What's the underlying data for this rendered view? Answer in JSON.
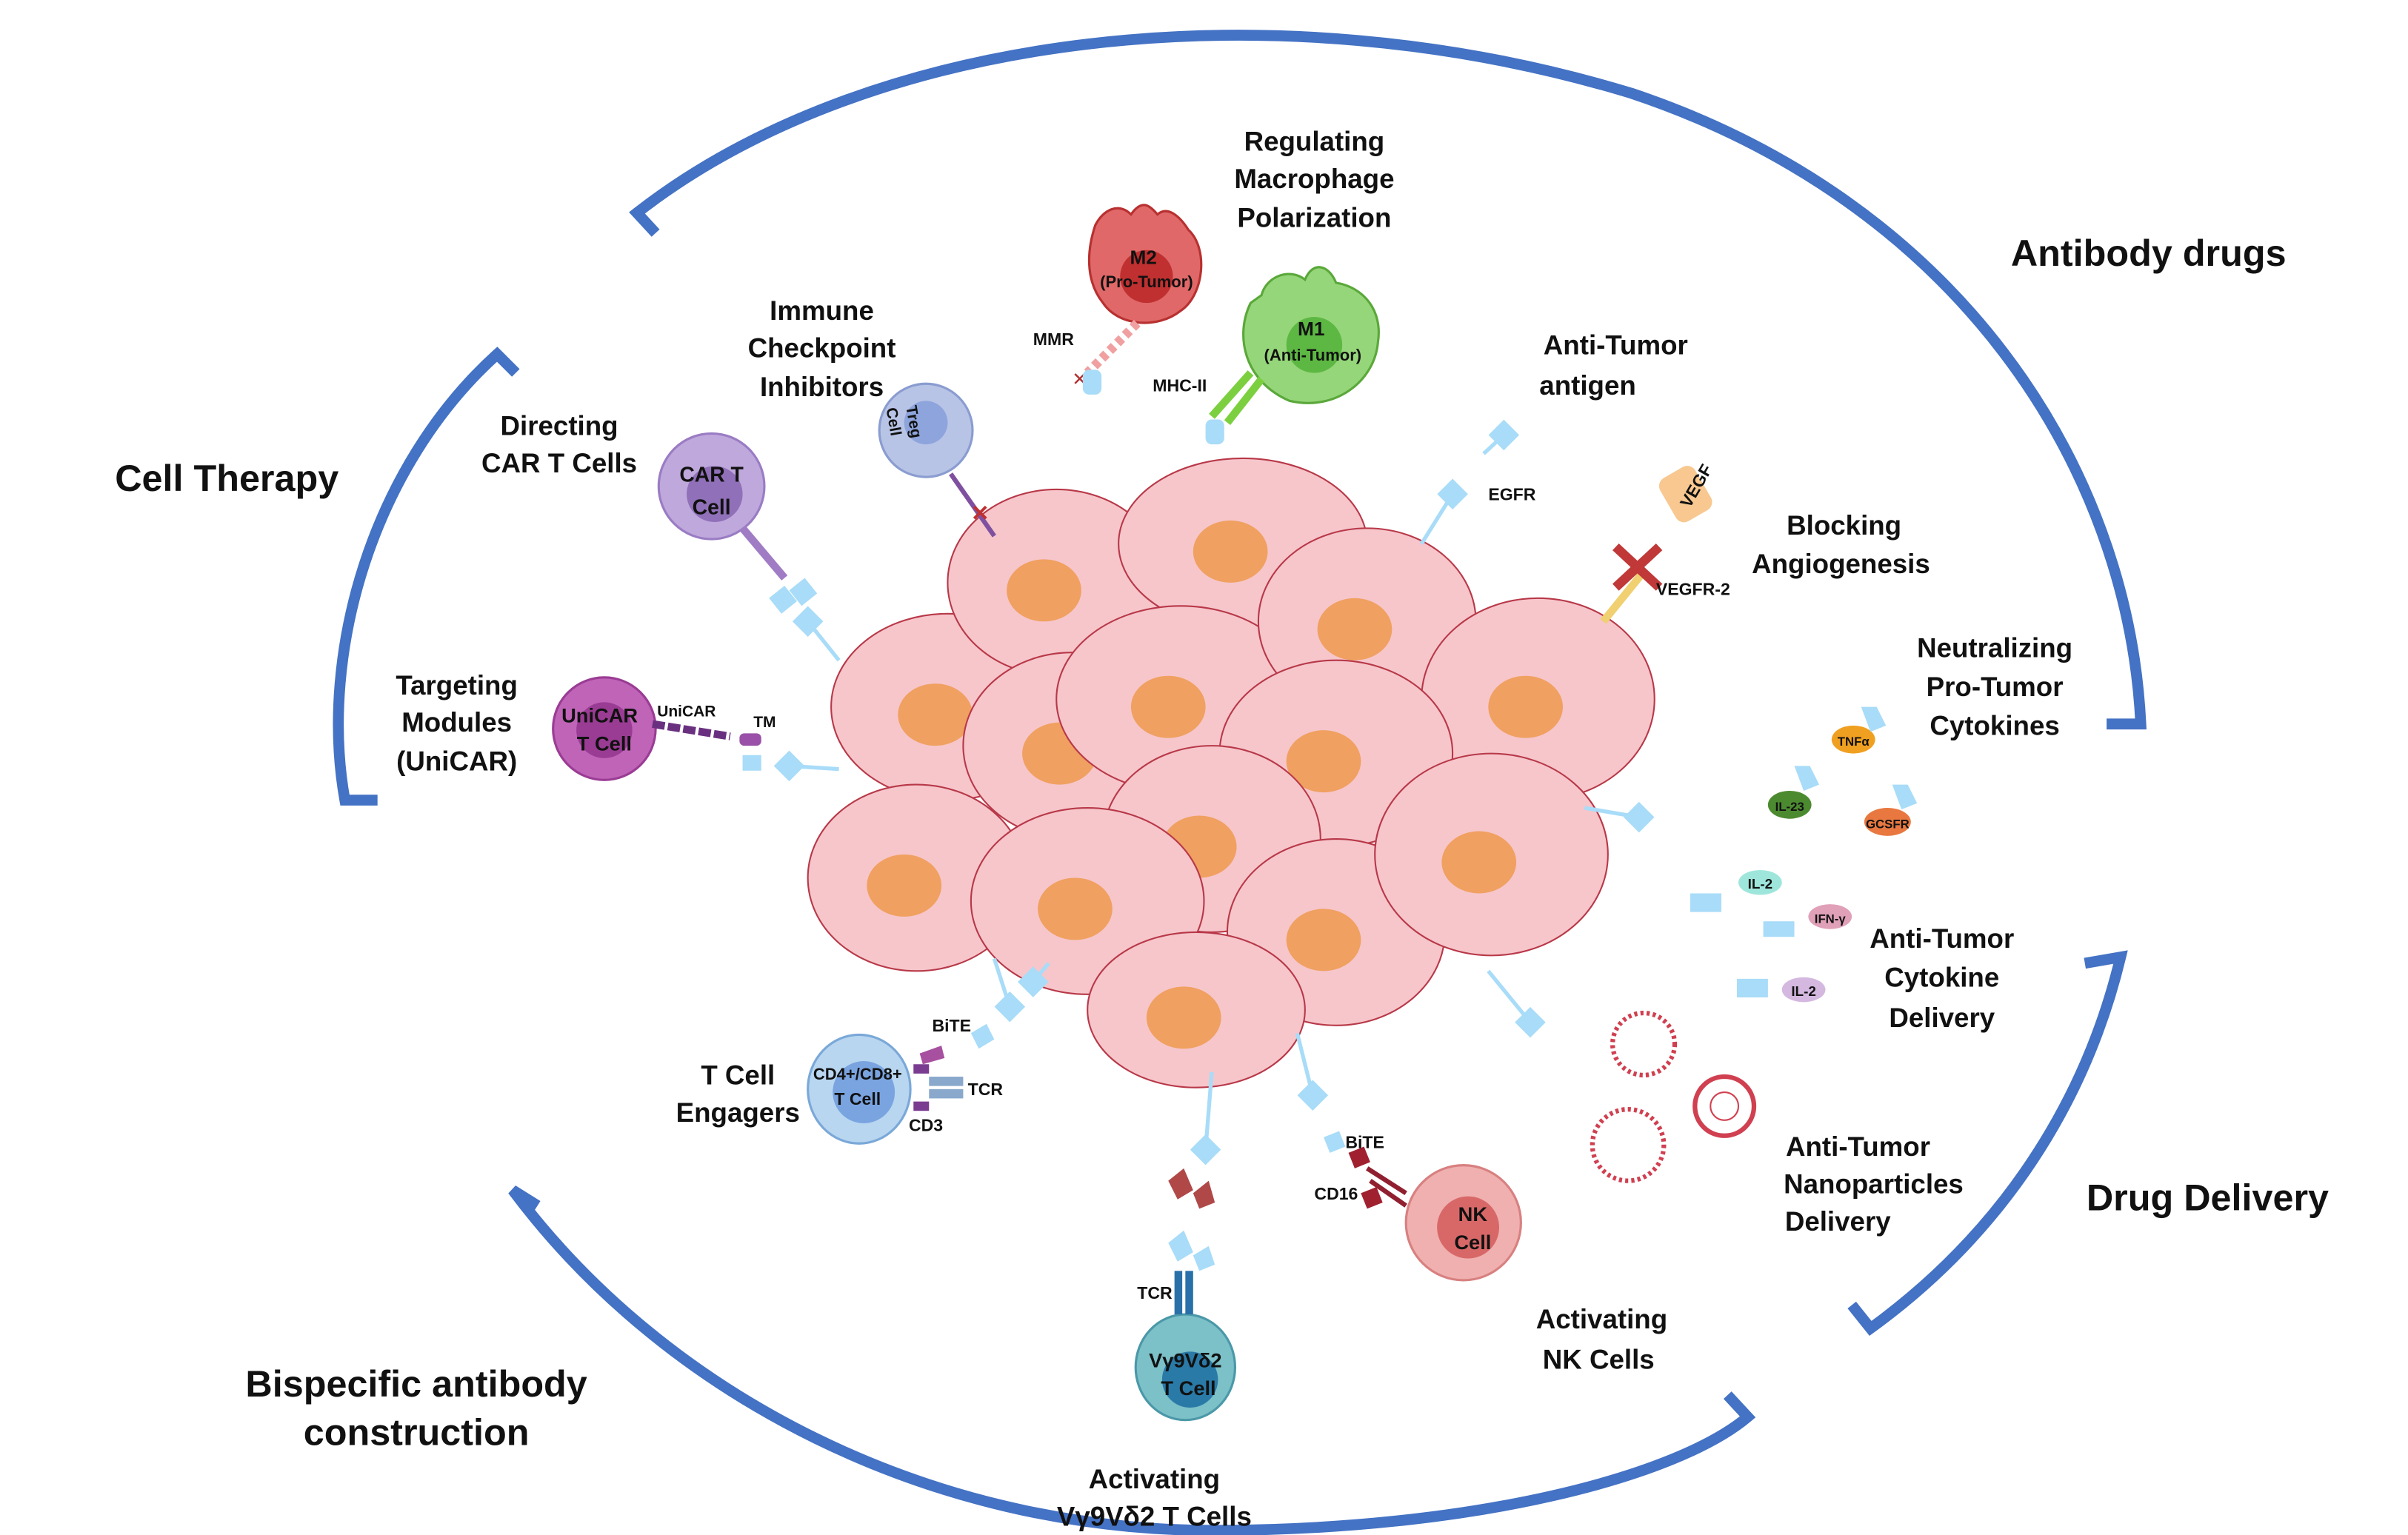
{
  "categories": {
    "antibody_drugs": "Antibody drugs",
    "cell_therapy": "Cell Therapy",
    "bispecific": [
      "Bispecific antibody",
      "construction"
    ],
    "drug_delivery": "Drug Delivery"
  },
  "strategies": {
    "macrophage": [
      "Regulating",
      "Macrophage",
      "Polarization"
    ],
    "checkpoint": [
      "Immune",
      "Checkpoint",
      "Inhibitors"
    ],
    "anti_tumor_antigen": [
      "Anti-Tumor",
      "antigen"
    ],
    "angiogenesis": [
      "Blocking",
      "Angiogenesis"
    ],
    "neutralizing": [
      "Neutralizing",
      "Pro-Tumor",
      "Cytokines"
    ],
    "cytokine_delivery": [
      "Anti-Tumor",
      "Cytokine",
      "Delivery"
    ],
    "nanoparticles": [
      "Anti-Tumor",
      "Nanoparticles",
      "Delivery"
    ],
    "nk": [
      "Activating",
      "NK Cells"
    ],
    "vg9vd2": [
      "Activating",
      "Vγ9Vδ2 T Cells"
    ],
    "t_engagers": [
      "T Cell",
      "Engagers"
    ],
    "unicar": [
      "Targeting",
      "Modules",
      "(UniCAR)"
    ],
    "car_t": [
      "Directing",
      "CAR T Cells"
    ]
  },
  "cells": {
    "m2": [
      "M2",
      "(Pro-Tumor)"
    ],
    "m1": [
      "M1",
      "(Anti-Tumor)"
    ],
    "treg": [
      "Treg",
      "Cell"
    ],
    "car_t": [
      "CAR T",
      "Cell"
    ],
    "unicar": [
      "UniCAR",
      "T Cell"
    ],
    "t_cell": [
      "CD4+/CD8+",
      "T Cell"
    ],
    "vg9vd2": [
      "Vγ9Vδ2",
      "T Cell"
    ],
    "nk": [
      "NK",
      "Cell"
    ]
  },
  "molecules": {
    "mmr": "MMR",
    "mhc2": "MHC-II",
    "egfr": "EGFR",
    "vegf": "VEGF",
    "vegfr2": "VEGFR-2",
    "tnfa": "TNFα",
    "il23": "IL-23",
    "gcsfr": "GCSFR",
    "il2a": "IL-2",
    "ifng": "IFN-γ",
    "il2b": "IL-2",
    "unicar": "UniCAR",
    "tm": "TM",
    "bite1": "BiTE",
    "tcr1": "TCR",
    "cd3": "CD3",
    "tcr2": "TCR",
    "bite2": "BiTE",
    "cd16": "CD16"
  },
  "colors": {
    "arc": "#4472c4",
    "tumor_cell": "#f6c6cb",
    "nucleus": "#f0a060",
    "antibody": "#a8dcf8"
  }
}
